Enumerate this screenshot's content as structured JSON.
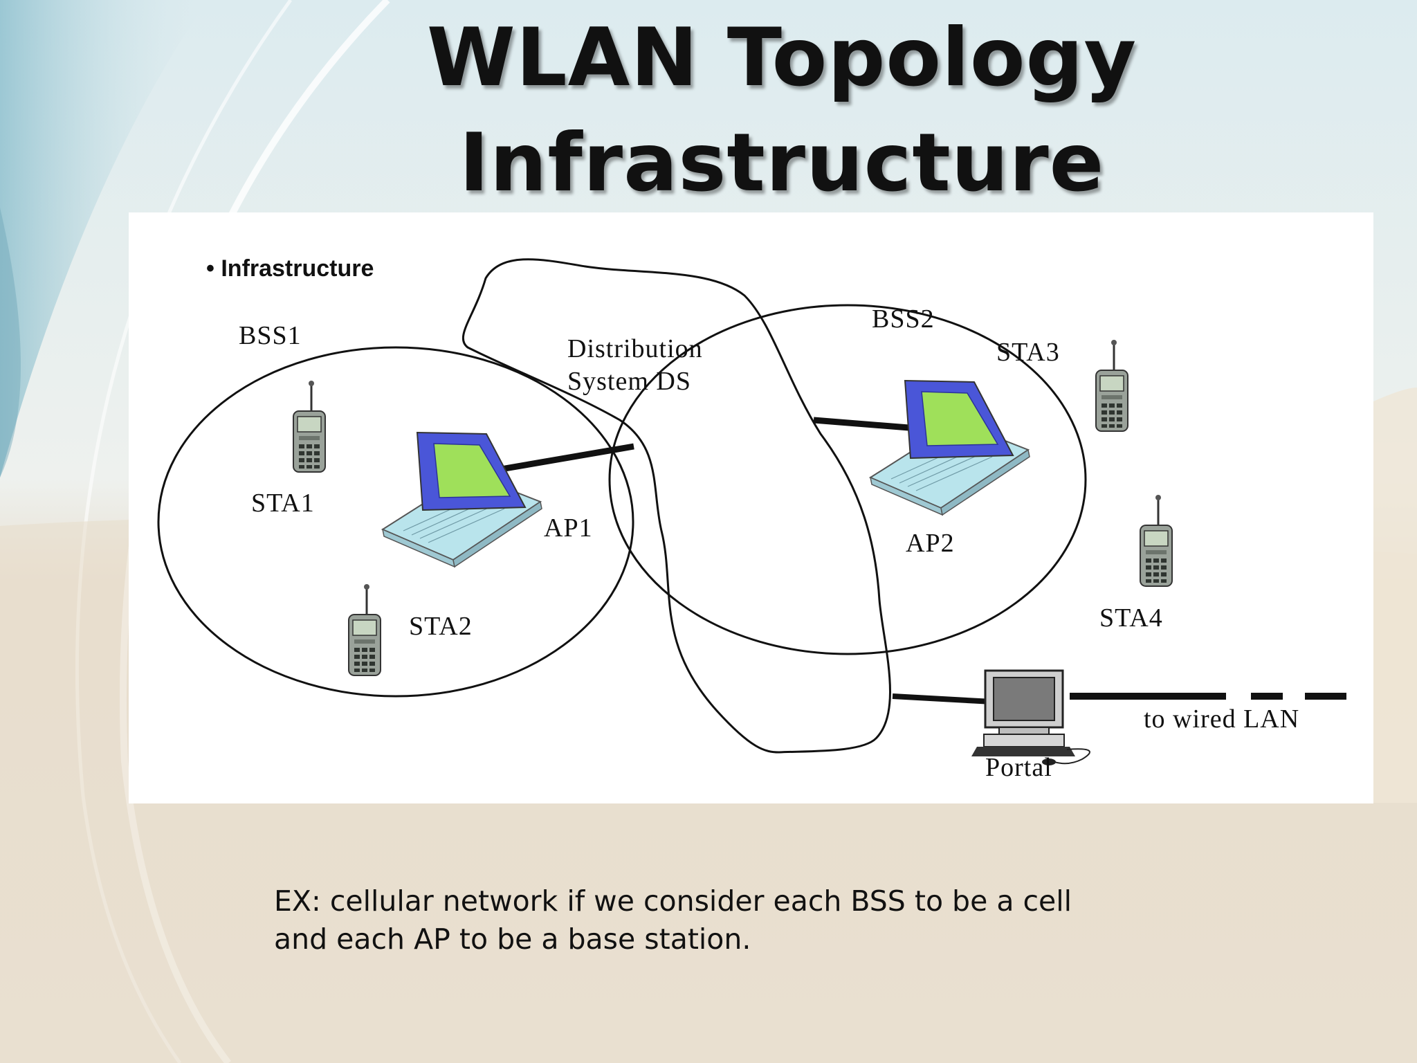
{
  "slide": {
    "title_line1": "WLAN Topology",
    "title_line2": "Infrastructure"
  },
  "diagram": {
    "bullet": "• Infrastructure",
    "labels": {
      "bss1": "BSS1",
      "bss2": "BSS2",
      "ds_line1": "Distribution",
      "ds_line2": "System DS",
      "sta1": "STA1",
      "sta2": "STA2",
      "sta3": "STA3",
      "sta4": "STA4",
      "ap1": "AP1",
      "ap2": "AP2",
      "portal": "Portal",
      "wired_lan": "to wired LAN"
    }
  },
  "caption": {
    "line1": "EX: cellular network if we consider each BSS to be a cell",
    "line2": "and each AP to be a base station."
  },
  "colors": {
    "laptop_screen": "#9fe05a",
    "laptop_frame": "#4a56d8",
    "laptop_body": "#b9e4ec",
    "phone_body": "#9aa29a"
  }
}
